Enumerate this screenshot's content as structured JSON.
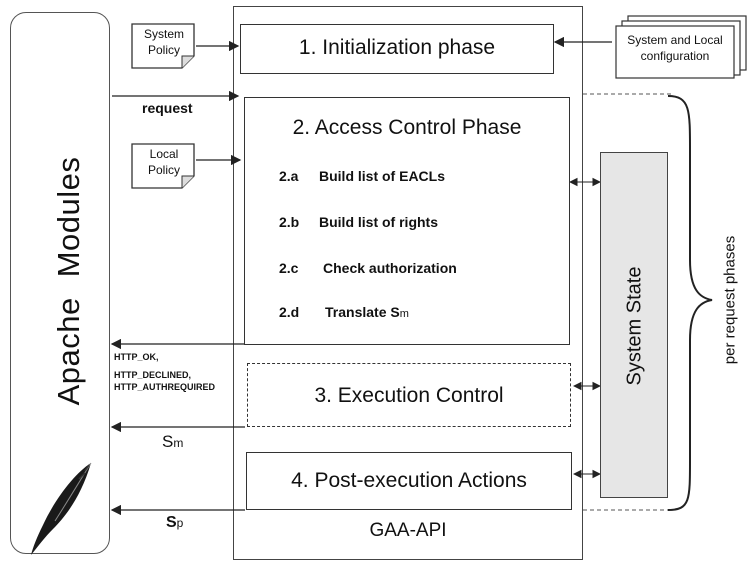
{
  "apache": {
    "title_word1": "Apache",
    "title_word2": "Modules"
  },
  "gaa": {
    "label": "GAA-API"
  },
  "docs": {
    "system_policy": {
      "line1": "System",
      "line2": "Policy"
    },
    "local_policy": {
      "line1": "Local",
      "line2": "Policy"
    },
    "config": {
      "line1": "System and Local",
      "line2": "configuration"
    }
  },
  "phases": {
    "p1": "1. Initialization phase",
    "p2": "2. Access Control Phase",
    "p3": "3. Execution Control",
    "p4": "4. Post-execution Actions"
  },
  "steps": [
    {
      "num": "2.a",
      "text": "Build list of EACLs"
    },
    {
      "num": "2.b",
      "text": "Build list of rights"
    },
    {
      "num": "2.c",
      "text": "Check authorization"
    },
    {
      "num": "2.d",
      "text": "Translate S",
      "sub": "m"
    }
  ],
  "arrows": {
    "request": "request",
    "return_codes": [
      "HTTP_OK,",
      "HTTP_DECLINED,",
      "HTTP_AUTHREQUIRED"
    ],
    "sm": {
      "main": "S",
      "sub": "m"
    },
    "sp": {
      "main": "S",
      "sub": "p"
    }
  },
  "system_state": "System State",
  "per_request": "per request phases"
}
